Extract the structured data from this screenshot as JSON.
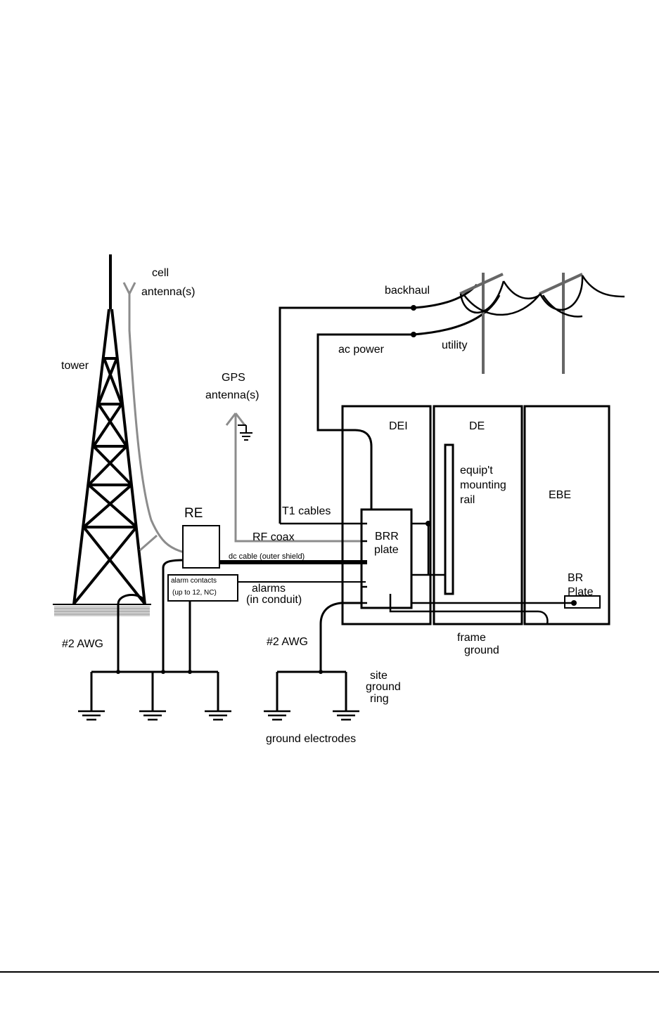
{
  "labels": {
    "cell_antenna_1": "cell",
    "cell_antenna_2": "antenna(s)",
    "tower": "tower",
    "gps_1": "GPS",
    "gps_2": "antenna(s)",
    "backhaul": "backhaul",
    "ac_power": "ac power",
    "utility": "utility",
    "dei": "DEI",
    "de": "DE",
    "ebe": "EBE",
    "equip_1": "equip't",
    "equip_2": "mounting",
    "equip_3": "rail",
    "t1_cables": "T1 cables",
    "re": "RE",
    "rf_coax": "RF coax",
    "brr_1": "BRR",
    "brr_2": "plate",
    "dc_cable": "dc cable (outer shield)",
    "alarm_contacts_1": "alarm contacts",
    "alarm_contacts_2": "(up to 12, NC)",
    "alarms_1": "alarms",
    "alarms_2": "(in conduit)",
    "br_1": "BR",
    "br_2": "Plate",
    "awg_left": "#2 AWG",
    "awg_right": "#2 AWG",
    "frame_ground_1": "frame",
    "frame_ground_2": "ground",
    "site_ring_1": "site",
    "site_ring_2": "ground",
    "site_ring_3": "ring",
    "ground_electrodes": "ground electrodes"
  }
}
